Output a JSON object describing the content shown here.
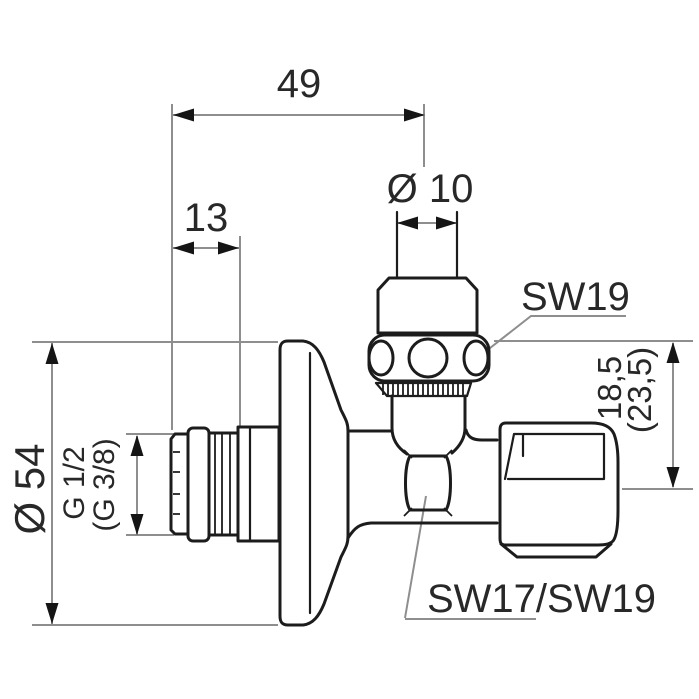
{
  "labels": {
    "dim_width": "49",
    "dim_thread_length": "13",
    "dim_spindle_diameter": "Ø 10",
    "dim_rosette_diameter": "Ø 54",
    "dim_outlet_offset": "18,5",
    "dim_outlet_offset_alt": "(23,5)",
    "thread_size": "G 1/2",
    "thread_size_alt": "(G 3/8)",
    "wrench_size_top": "SW19",
    "wrench_size_bottom": "SW17/SW19"
  },
  "colors": {
    "outline": "#1c1c1c",
    "dimension_line": "#8e8e8e",
    "text": "#282828",
    "background": "#ffffff"
  }
}
